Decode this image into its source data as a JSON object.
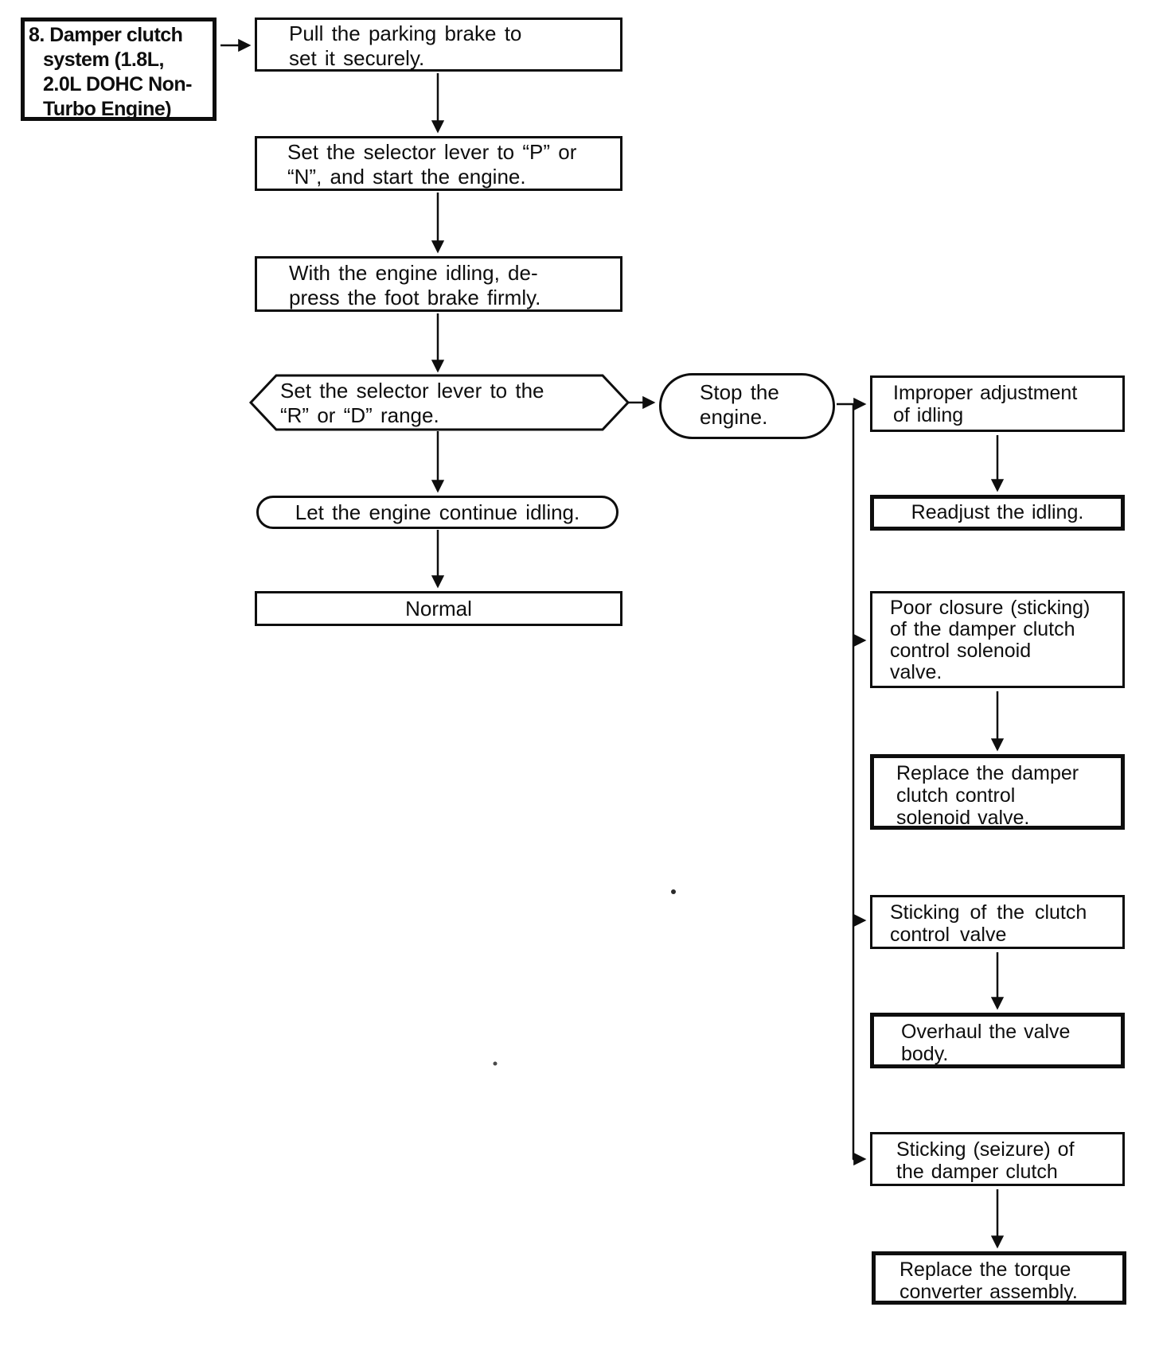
{
  "page": {
    "background": "#ffffff",
    "ink": "#0e0e0e"
  },
  "nodes": {
    "title": {
      "lines": [
        "8. Damper clutch",
        "system (1.8L,",
        "2.0L DOHC Non-",
        "Turbo Engine)"
      ]
    },
    "pull_brake": {
      "lines": [
        "Pull the parking brake to",
        "set it securely."
      ]
    },
    "selector_pn": {
      "lines": [
        "Set the selector lever to “P” or",
        "“N”, and start the engine."
      ]
    },
    "foot_brake": {
      "lines": [
        "With the engine idling, de-",
        "press the foot brake firmly."
      ]
    },
    "selector_rd": {
      "lines": [
        "Set the selector lever to the",
        "“R” or “D” range."
      ]
    },
    "continue_idling": {
      "lines": [
        "Let the engine continue idling."
      ]
    },
    "normal": {
      "lines": [
        "Normal"
      ]
    },
    "stop_engine": {
      "lines": [
        "Stop the",
        "engine."
      ]
    },
    "improper_idling": {
      "lines": [
        "Improper adjustment",
        "of idling"
      ]
    },
    "readjust_idling": {
      "lines": [
        "Readjust the idling."
      ]
    },
    "poor_closure": {
      "lines": [
        "Poor closure (sticking)",
        "of the damper clutch",
        "control solenoid",
        "valve."
      ]
    },
    "replace_solenoid": {
      "lines": [
        "Replace the damper",
        "clutch control",
        "solenoid valve."
      ]
    },
    "sticking_control_valve": {
      "lines": [
        "Sticking of the clutch",
        "control valve"
      ]
    },
    "overhaul_valve_body": {
      "lines": [
        "Overhaul the valve",
        "body."
      ]
    },
    "sticking_damper_clutch": {
      "lines": [
        "Sticking (seizure) of",
        "the damper clutch"
      ]
    },
    "replace_torque_converter": {
      "lines": [
        "Replace the torque",
        "converter assembly."
      ]
    }
  }
}
